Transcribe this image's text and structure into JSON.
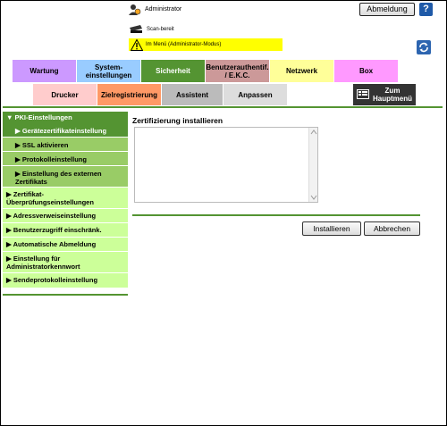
{
  "header": {
    "user_name": "Administrator",
    "logout_label": "Abmeldung",
    "help_label": "?",
    "status": "Scan-bereit",
    "mode_notice": "Im Menü (Administrator-Modus)"
  },
  "tabs_top": [
    {
      "label": "Wartung",
      "color": "#cc99ff"
    },
    {
      "label": "System-\neinstellungen",
      "color": "#99ccff"
    },
    {
      "label": "Sicherheit",
      "color": "#549432"
    },
    {
      "label": "Benutzerauthentif. / E.K.C.",
      "color": "#cc9999"
    },
    {
      "label": "Netzwerk",
      "color": "#ffff99"
    },
    {
      "label": "Box",
      "color": "#ff99ff"
    }
  ],
  "tabs_sub": [
    {
      "label": "Drucker",
      "color": "#ffcccc"
    },
    {
      "label": "Zielregistrierung",
      "color": "#ff9966"
    },
    {
      "label": "Assistent",
      "color": "#bbbbbb"
    },
    {
      "label": "Anpassen",
      "color": "#dddddd"
    },
    {
      "label": "Zum Hauptmenü",
      "color": "#333333"
    }
  ],
  "sidebar": {
    "section": "▼ PKI-Einstellungen",
    "subs": [
      "▶ Gerätezertifikateinstellung",
      "▶ SSL aktivieren",
      "▶ Protokolleinstellung",
      "▶ Einstellung des externen Zertifikats"
    ],
    "items": [
      "▶ Zertifikat-Überprüfungseinstellungen",
      "▶ Adressverweiseinstellung",
      "▶ Benutzerzugriff einschränk.",
      "▶ Automatische Abmeldung",
      "▶ Einstellung für Administratorkennwort",
      "▶ Sendeprotokolleinstellung"
    ]
  },
  "main": {
    "title": "Zertifizierung installieren",
    "certificate_text": "",
    "install_label": "Installieren",
    "cancel_label": "Abbrechen"
  }
}
